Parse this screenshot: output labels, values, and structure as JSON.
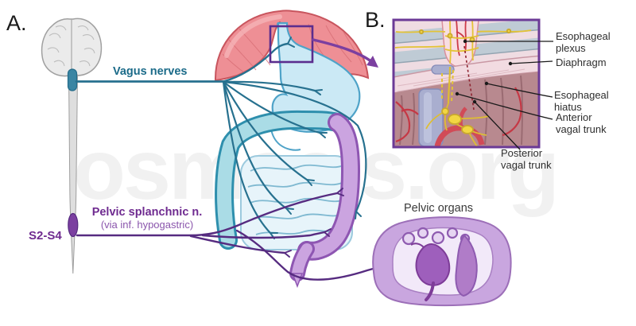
{
  "panel_a": {
    "label": "A.",
    "vagus_label": "Vagus nerves",
    "pelvic_label": "Pelvic splanchnic n.",
    "pelvic_sub": "(via inf. hypogastric)",
    "s2s4": "S2-S4",
    "pelvic_organs_label": "Pelvic organs"
  },
  "panel_b": {
    "label": "B.",
    "annotations": [
      {
        "line1": "Esophageal",
        "line2": "plexus"
      },
      {
        "line1": "Diaphragm"
      },
      {
        "line1": "Esophageal hiatus"
      },
      {
        "line1": "Anterior",
        "line2": "vagal trunk"
      },
      {
        "line1": "Posterior",
        "line2": "vagal trunk"
      }
    ]
  },
  "watermark": "osmosis.org",
  "colors": {
    "vagus_teal_line": "#27718f",
    "vagus_teal_text": "#1b6b89",
    "pelvic_purple_line": "#562b80",
    "pelvic_purple_text": "#6f2b90",
    "highlight_box_purple": "#5b2d8e",
    "inset_border_purple": "#6b3a96",
    "zoom_arrow_purple": "#7b3fa0",
    "diaphragm_red": "#ee8f95",
    "stomach_blue": "#cbe9f5",
    "colon_blue": "#aadce6",
    "colon_purple": "#cba4e0",
    "nerve_yellow": "#e3c336",
    "artery_red": "#c53845",
    "pelvic_illustration_purple": "#c9a6df",
    "label_text": "#2e2e2e"
  }
}
